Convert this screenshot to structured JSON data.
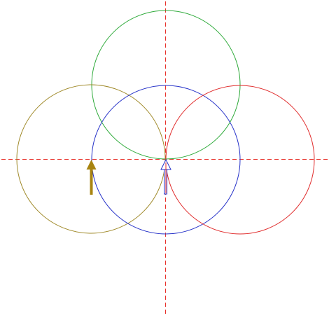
{
  "diagram": {
    "background": "#ffffff",
    "axis_color": "#e8302a",
    "circles": [
      {
        "name": "circle-green",
        "color": "#2eaa3a",
        "position": "top"
      },
      {
        "name": "circle-olive",
        "color": "#a08a2a",
        "position": "left"
      },
      {
        "name": "circle-blue",
        "color": "#2430c8",
        "position": "center"
      },
      {
        "name": "circle-red",
        "color": "#e02a2a",
        "position": "right"
      }
    ],
    "arrows": [
      {
        "name": "olive-arrow-icon",
        "color": "#a88410",
        "style": "filled",
        "direction": "up"
      },
      {
        "name": "center-arrow-icon",
        "fill": "#ffffff",
        "outline_outer": "#2430c8",
        "outline_inner": "#e02a2a",
        "style": "outline",
        "direction": "up"
      }
    ]
  }
}
